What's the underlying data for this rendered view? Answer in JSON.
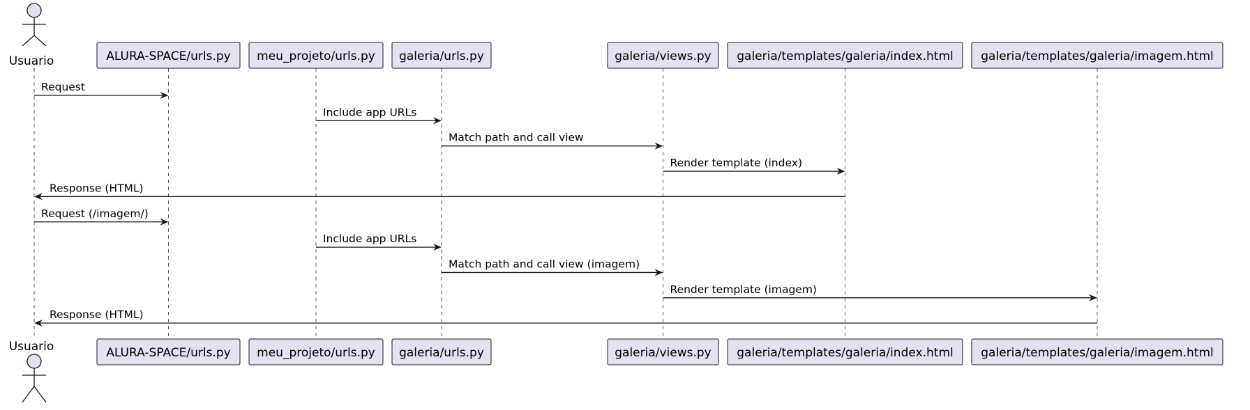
{
  "actor": {
    "name": "Usuario"
  },
  "participants": [
    {
      "id": "alura",
      "label": "ALURA-SPACE/urls.py"
    },
    {
      "id": "meu",
      "label": "meu_projeto/urls.py"
    },
    {
      "id": "gurls",
      "label": "galeria/urls.py"
    },
    {
      "id": "gviews",
      "label": "galeria/views.py"
    },
    {
      "id": "gindex",
      "label": "galeria/templates/galeria/index.html"
    },
    {
      "id": "gimagem",
      "label": "galeria/templates/galeria/imagem.html"
    }
  ],
  "messages": [
    {
      "from": "user",
      "to": "alura",
      "label": "Request"
    },
    {
      "from": "meu",
      "to": "gurls",
      "label": "Include app URLs"
    },
    {
      "from": "gurls",
      "to": "gviews",
      "label": "Match path and call view"
    },
    {
      "from": "gviews",
      "to": "gindex",
      "label": "Render template (index)"
    },
    {
      "from": "gindex",
      "to": "user",
      "label": "Response (HTML)"
    },
    {
      "from": "user",
      "to": "alura",
      "label": "Request (/imagem/)"
    },
    {
      "from": "meu",
      "to": "gurls",
      "label": "Include app URLs"
    },
    {
      "from": "gurls",
      "to": "gviews",
      "label": "Match path and call view (imagem)"
    },
    {
      "from": "gviews",
      "to": "gimagem",
      "label": "Render template (imagem)"
    },
    {
      "from": "gimagem",
      "to": "user",
      "label": "Response (HTML)"
    }
  ]
}
